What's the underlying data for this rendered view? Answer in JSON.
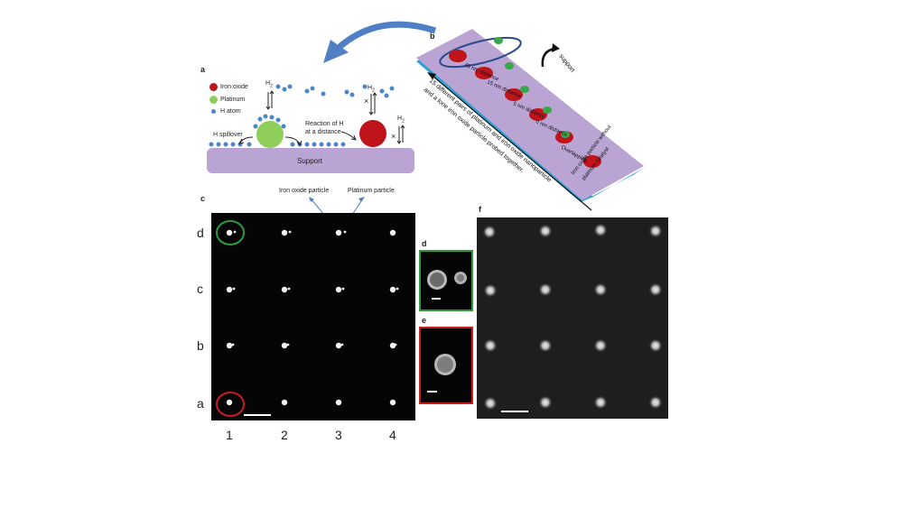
{
  "panels": {
    "a": "a",
    "b": "b",
    "c": "c",
    "d": "d",
    "e": "e",
    "f": "f"
  },
  "panel_a": {
    "legend": [
      {
        "label": "Iron oxide",
        "color": "#c0141c"
      },
      {
        "label": "Platinum",
        "color": "#8fce5a"
      },
      {
        "label": "H atom",
        "color": "#4a86c8"
      }
    ],
    "spillover": "H spillover",
    "reaction_line1": "Reaction of H",
    "reaction_line2": "at a distance",
    "h2": "H",
    "h2_sub": "2",
    "support": "Support"
  },
  "panel_b": {
    "distances": [
      "45 nm distance",
      "15 nm distance",
      "5 nm distance",
      "0 nm distance",
      "Overlapping"
    ],
    "last_line1": "Iron oxide particle without",
    "last_line2": "platinum catalyst",
    "support": "support",
    "side_line1": "15 different pairs of platinum and iron oxide nanoparticle",
    "side_line2": "and a lone iron oxide particle probed together."
  },
  "panel_c": {
    "annot_iron": "Iron oxide particle",
    "annot_pt": "Platinum particle",
    "row_labels": [
      "d",
      "c",
      "b",
      "a"
    ],
    "col_labels": [
      "1",
      "2",
      "3",
      "4"
    ]
  },
  "colors": {
    "plate": "#b9a4d4",
    "plate_edge": "#2f9fd0",
    "arrow": "#4f7fc4",
    "green_circle": "#2e9a3c",
    "red_circle": "#c81e1e"
  }
}
